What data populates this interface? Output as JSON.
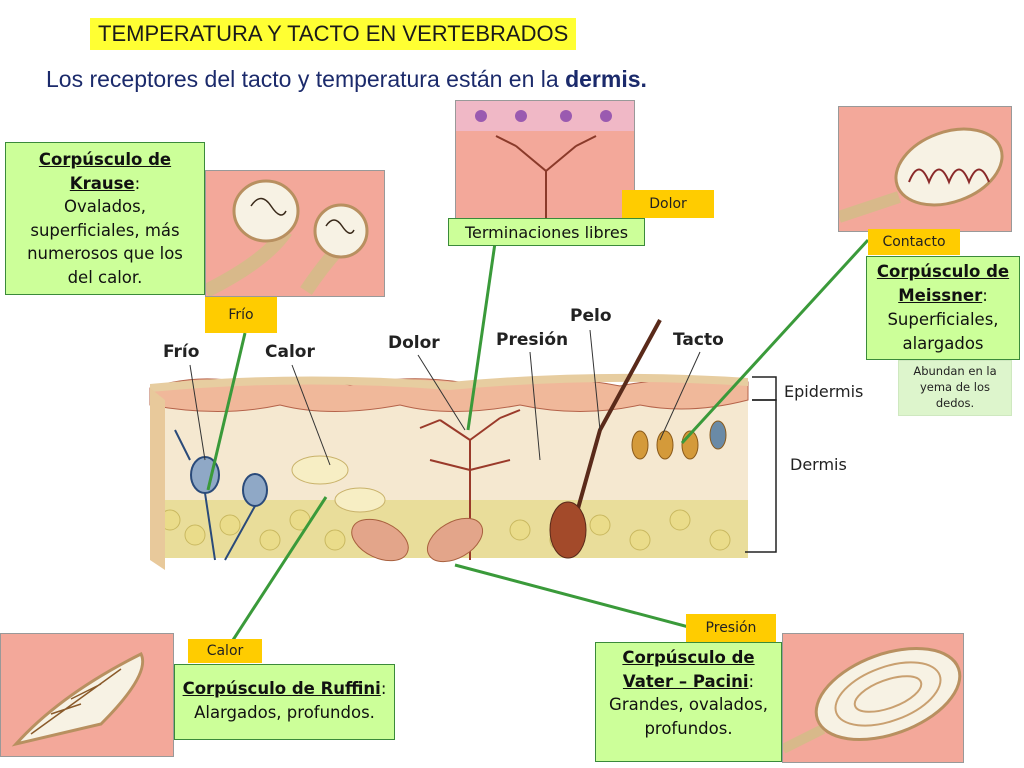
{
  "header": {
    "title": "TEMPERATURA Y TACTO EN VERTEBRADOS",
    "subtitle_prefix": "Los receptores del tacto y temperatura están en la ",
    "subtitle_bold": "dermis."
  },
  "krause": {
    "name": "Corpúsculo de Krause",
    "colon": ":",
    "desc": "Ovalados, superficiales, más numerosos que los del calor.",
    "tag": "Frío"
  },
  "free_endings": {
    "name": "Terminaciones libres",
    "tag": "Dolor"
  },
  "meissner": {
    "name": "Corpúsculo de Meissner",
    "colon": ":",
    "desc": "Superficiales, alargados",
    "tag": "Contacto",
    "note": "Abundan en la yema de los dedos."
  },
  "ruffini": {
    "name": "Corpúsculo de Ruffini",
    "colon": ":",
    "desc": "Alargados, profundos.",
    "tag": "Calor"
  },
  "pacini": {
    "name": "Corpúsculo de Vater – Pacini",
    "colon": ":",
    "desc": "Grandes, ovalados, profundos.",
    "tag": "Presión"
  },
  "skin_labels": {
    "frio": "Frío",
    "calor": "Calor",
    "dolor": "Dolor",
    "presion": "Presión",
    "pelo": "Pelo",
    "tacto": "Tacto"
  },
  "layers": {
    "epidermis": "Epidermis",
    "dermis": "Dermis"
  },
  "colors": {
    "title_bg": "#ffff33",
    "box_bg": "#ccff99",
    "tag_bg": "#ffcc00",
    "pointer_line": "#3a9a3a",
    "skin": "#f3a89a"
  }
}
